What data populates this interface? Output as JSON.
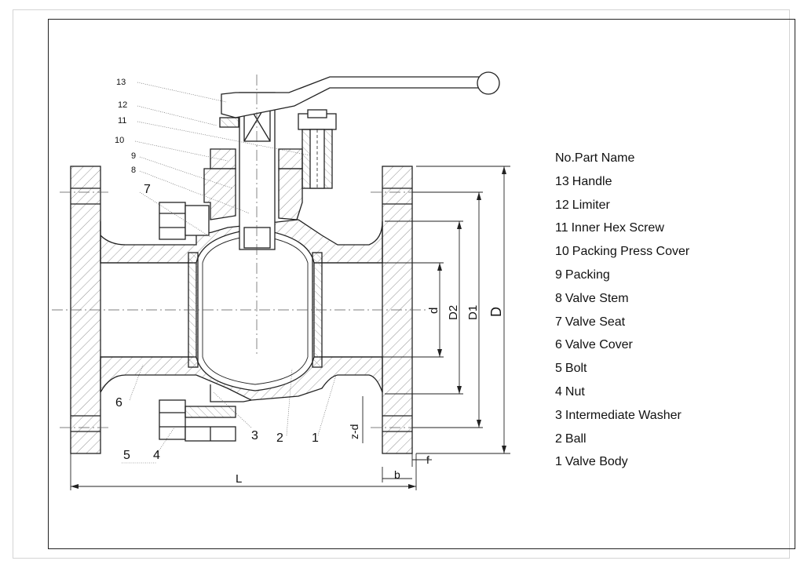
{
  "legend": {
    "header_no": "No.",
    "header_name": "Part Name",
    "parts": [
      {
        "no": "13",
        "name": "Handle"
      },
      {
        "no": "12",
        "name": "Limiter"
      },
      {
        "no": "11",
        "name": "Inner Hex Screw"
      },
      {
        "no": "10",
        "name": "Packing Press Cover"
      },
      {
        "no": "9",
        "name": "Packing"
      },
      {
        "no": "8",
        "name": "Valve Stem"
      },
      {
        "no": "7",
        "name": "Valve Seat"
      },
      {
        "no": "6",
        "name": "Valve Cover"
      },
      {
        "no": "5",
        "name": "Bolt"
      },
      {
        "no": "4",
        "name": "Nut"
      },
      {
        "no": "3",
        "name": "Intermediate Washer"
      },
      {
        "no": "2",
        "name": "Ball"
      },
      {
        "no": "1",
        "name": "Valve Body"
      }
    ]
  },
  "callouts": {
    "c13": "13",
    "c12": "12",
    "c11": "11",
    "c10": "10",
    "c9": "9",
    "c8": "8",
    "c7": "7",
    "c6": "6",
    "c5": "5",
    "c4": "4",
    "c3": "3",
    "c2": "2",
    "c1": "1"
  },
  "dimensions": {
    "d": "d",
    "D2": "D2",
    "D1": "D1",
    "D": "D",
    "L": "L",
    "b": "b",
    "f": "f",
    "zd": "z-d"
  }
}
